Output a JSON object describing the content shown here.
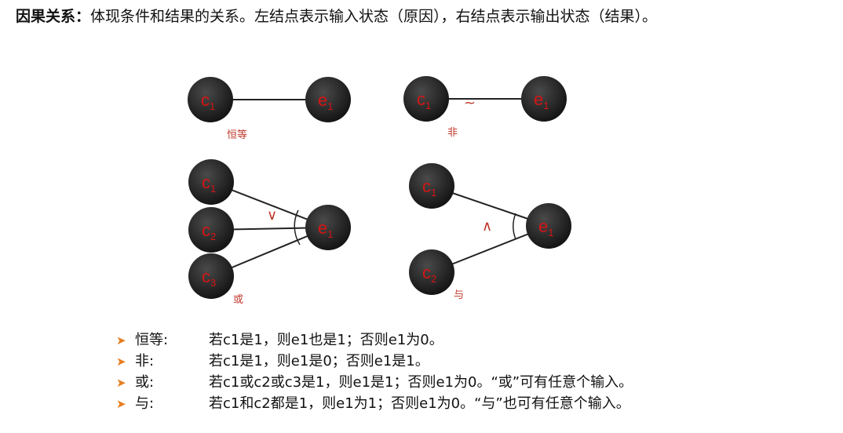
{
  "heading": {
    "term": "因果关系：",
    "description": "体现条件和结果的关系。左结点表示输入状态（原因），右结点表示输出状态（结果）。"
  },
  "diagrams": {
    "identity": {
      "input": "c",
      "input_sub": "1",
      "output": "e",
      "output_sub": "1",
      "caption": "恒等"
    },
    "not": {
      "input": "c",
      "input_sub": "1",
      "output": "e",
      "output_sub": "1",
      "operator": "~",
      "caption": "非"
    },
    "or": {
      "inputs": [
        {
          "text": "c",
          "sub": "1"
        },
        {
          "text": "c",
          "sub": "2"
        },
        {
          "text": "c",
          "sub": "3"
        }
      ],
      "output": "e",
      "output_sub": "1",
      "operator": "∨",
      "caption": "或"
    },
    "and": {
      "inputs": [
        {
          "text": "c",
          "sub": "1"
        },
        {
          "text": "c",
          "sub": "2"
        }
      ],
      "output": "e",
      "output_sub": "1",
      "operator": "∧",
      "caption": "与"
    }
  },
  "rules": [
    {
      "name": "恒等:",
      "text": "若c1是1，则e1也是1；否则e1为0。"
    },
    {
      "name": "非:",
      "text": "若c1是1，则e1是0；否则e1是1。"
    },
    {
      "name": "或:",
      "text": "若c1或c2或c3是1，则e1是1；否则e1为0。“或”可有任意个输入。"
    },
    {
      "name": "与:",
      "text": "若c1和c2都是1，则e1为1；否则e1为0。“与”也可有任意个输入。"
    }
  ],
  "colors": {
    "node_fill": "#1c1c1c",
    "node_text": "#d41515",
    "caption": "#c0392b",
    "bullet": "#e67e22"
  }
}
